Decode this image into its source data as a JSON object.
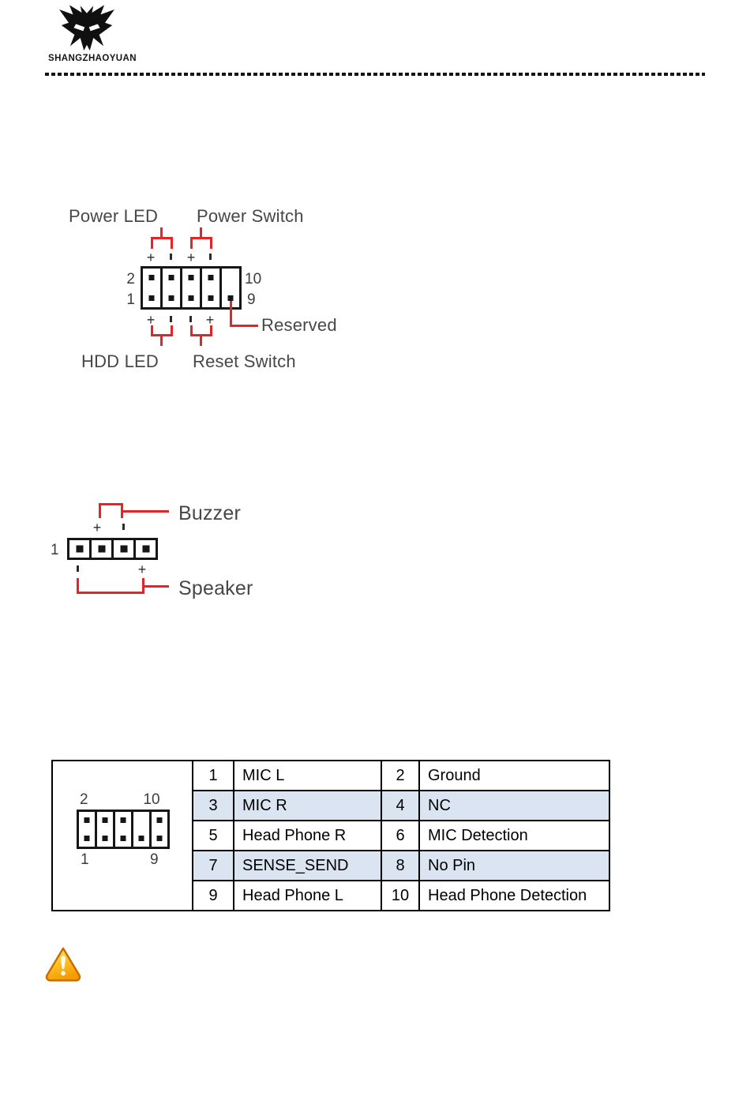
{
  "brand": {
    "name": "SHANGZHAOYUAN"
  },
  "colors": {
    "accent_red": "#e32528",
    "table_row_alt": "#dbe5f1",
    "label_gray": "#474747",
    "warning_orange": "#f7a306"
  },
  "front_panel": {
    "title_labels": {
      "power_led": "Power LED",
      "power_switch": "Power Switch",
      "hdd_led": "HDD LED",
      "reset_switch": "Reset Switch",
      "reserved": "Reserved"
    },
    "pin_numbers": {
      "top_left": "2",
      "bottom_left": "1",
      "top_right": "10",
      "bottom_right": "9"
    },
    "polarity_top": [
      "+",
      "-",
      "+",
      "-"
    ],
    "polarity_bottom": [
      "+",
      "-",
      "-",
      "+"
    ]
  },
  "buzzer_speaker": {
    "labels": {
      "buzzer": "Buzzer",
      "speaker": "Speaker"
    },
    "pin_number": "1",
    "polarity_top": [
      "+",
      "-"
    ],
    "polarity_bottom": [
      "-",
      "+"
    ]
  },
  "audio_header_table": {
    "pin_labels": {
      "top_left": "2",
      "top_right": "10",
      "bottom_left": "1",
      "bottom_right": "9"
    },
    "rows": [
      {
        "pin_a": "1",
        "signal_a": "MIC L",
        "pin_b": "2",
        "signal_b": "Ground"
      },
      {
        "pin_a": "3",
        "signal_a": "MIC R",
        "pin_b": "4",
        "signal_b": "NC"
      },
      {
        "pin_a": "5",
        "signal_a": "Head Phone R",
        "pin_b": "6",
        "signal_b": "MIC Detection"
      },
      {
        "pin_a": "7",
        "signal_a": "SENSE_SEND",
        "pin_b": "8",
        "signal_b": "No Pin"
      },
      {
        "pin_a": "9",
        "signal_a": "Head Phone L",
        "pin_b": "10",
        "signal_b": "Head Phone Detection"
      }
    ]
  }
}
